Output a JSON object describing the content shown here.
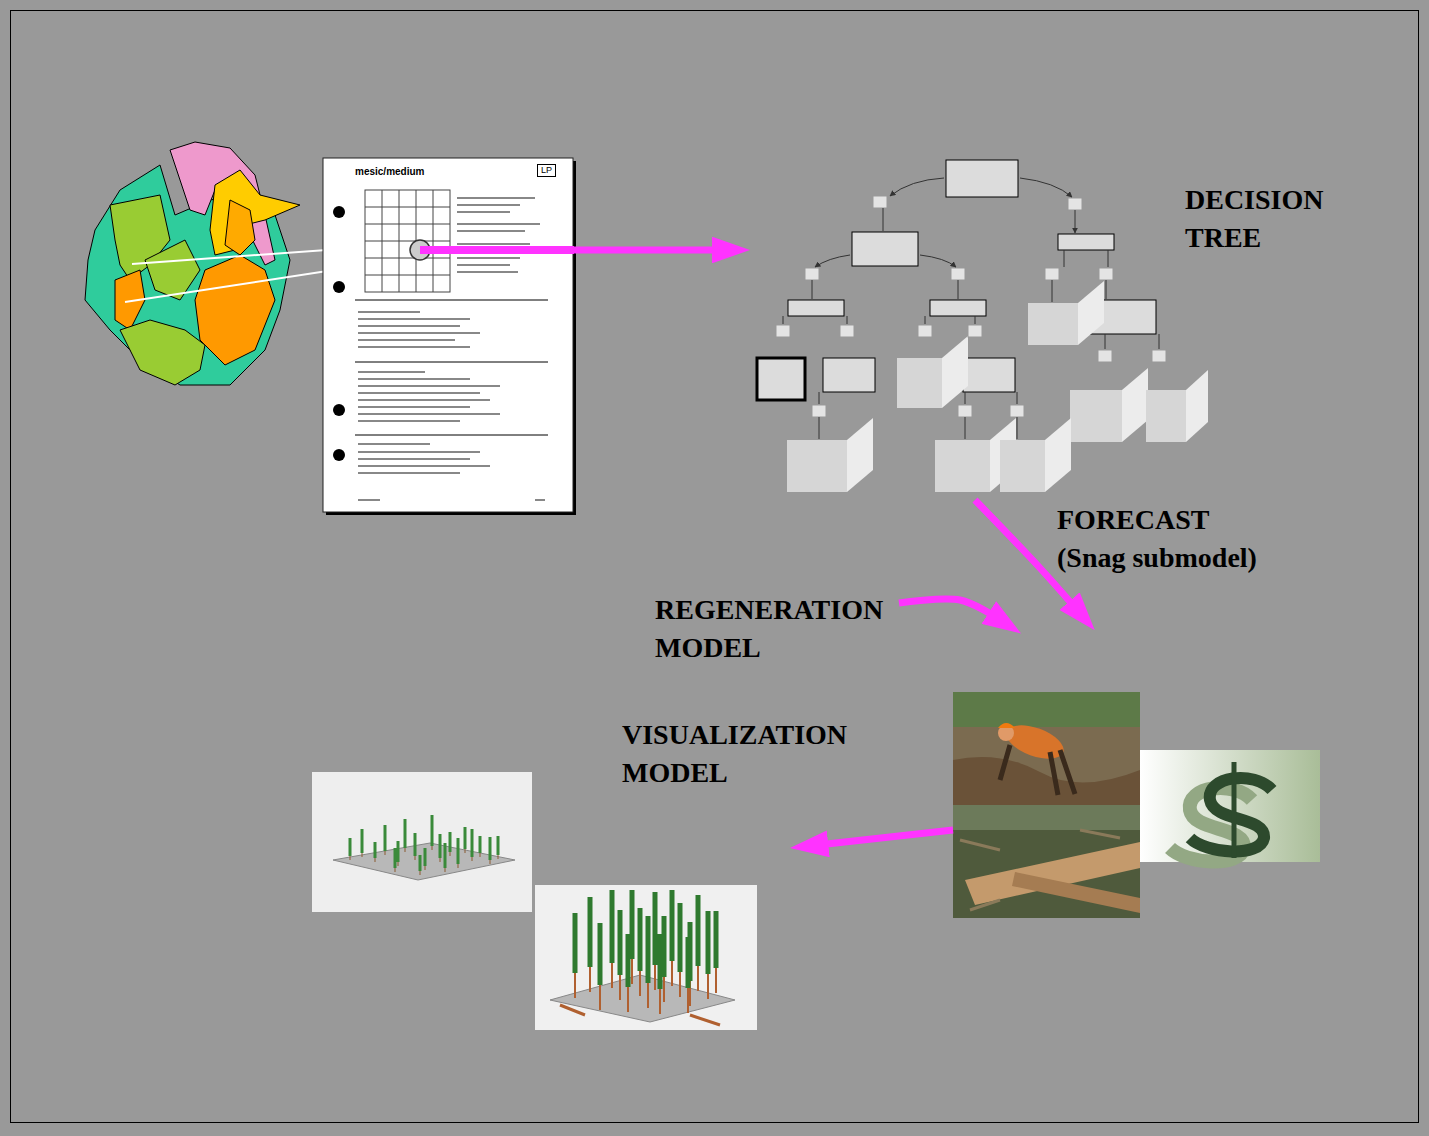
{
  "diagram": {
    "nodes": [
      {
        "text": [
          "mesic/medium",
          "LP"
        ]
      },
      {
        "text": [
          "DECISION TREE"
        ]
      },
      {
        "text": [
          "FORECAST (Snag submodel)"
        ]
      },
      {
        "text": [
          "REGENERATION MODEL"
        ]
      },
      {
        "text": [
          "VISUALIZATION MODEL"
        ]
      }
    ],
    "edges": [
      {
        "from": 0,
        "to": 1,
        "arrow": "to"
      },
      {
        "from": 1,
        "to": 2,
        "arrow": "to"
      },
      {
        "from": 3,
        "to": 2,
        "arrow": "to"
      },
      {
        "from": 2,
        "to": 4,
        "arrow": "to"
      }
    ]
  }
}
